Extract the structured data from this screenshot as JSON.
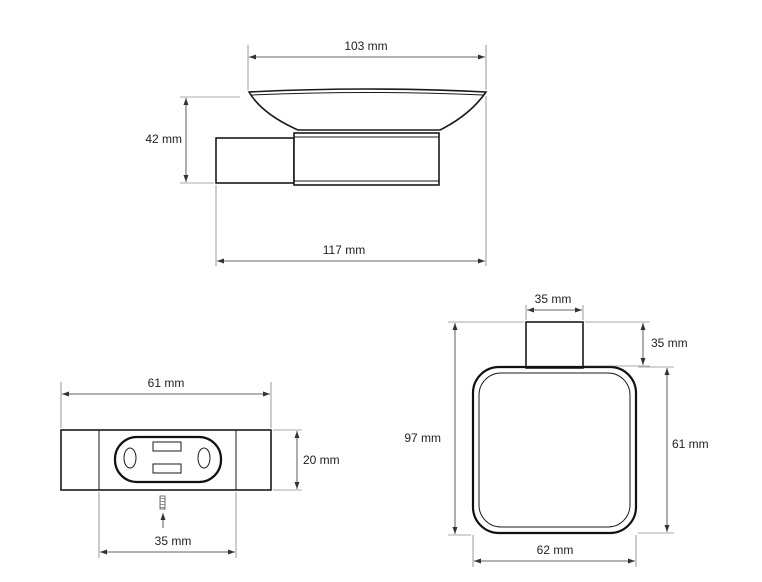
{
  "views": {
    "side": {
      "width_label": "103 mm",
      "height_label": "42 mm",
      "depth_label": "117 mm"
    },
    "bottom": {
      "width_label": "61 mm",
      "height_label": "20 mm",
      "screw_label": "35 mm"
    },
    "top": {
      "neck_width_label": "35 mm",
      "neck_height_label": "35 mm",
      "total_height_label": "97 mm",
      "dish_height_label": "61 mm",
      "dish_width_label": "62 mm"
    }
  }
}
